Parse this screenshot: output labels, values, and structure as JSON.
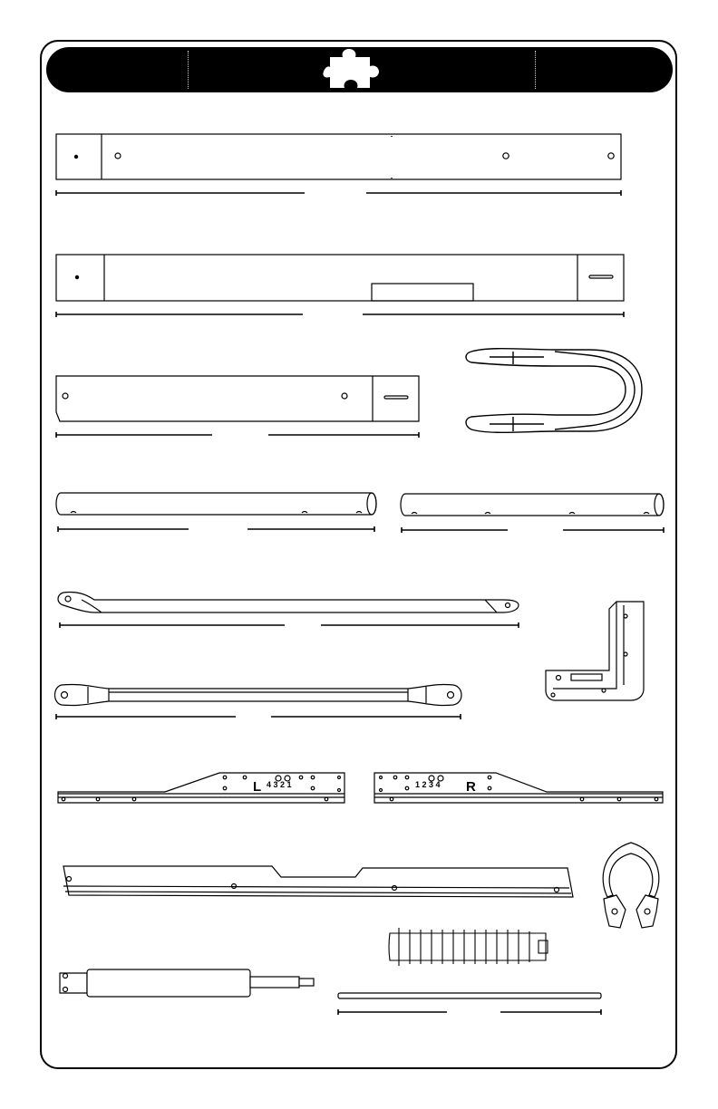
{
  "header": {
    "logo_icon": "puzzle-piece-icon"
  },
  "parts": {
    "left_side_label": "L",
    "right_side_label": "R",
    "left_side_numbers": "4 3 2 1",
    "right_side_numbers": "1 2 3 4"
  },
  "colors": {
    "ink": "#000000",
    "paper": "#ffffff",
    "header_bar": "#000000"
  }
}
